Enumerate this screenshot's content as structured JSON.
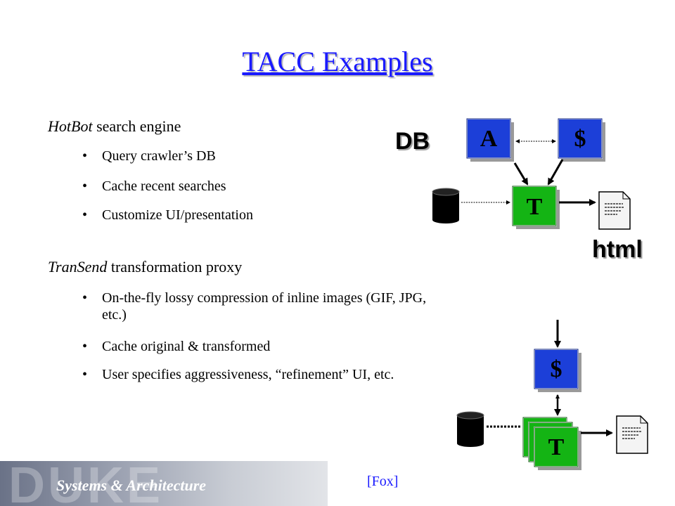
{
  "slide": {
    "title": "TACC Examples"
  },
  "hotbot": {
    "name": "HotBot",
    "rest": " search engine",
    "bullets": [
      "Query crawler’s DB",
      "Cache recent searches",
      "Customize UI/presentation"
    ]
  },
  "transend": {
    "name": "TranSend",
    "rest": " transformation proxy",
    "bullets": [
      "On-the-fly lossy compression of inline images (GIF, JPG, etc.)",
      "Cache original & transformed",
      "User specifies aggressiveness, “refinement” UI, etc."
    ]
  },
  "diagram_top": {
    "db_label": "DB",
    "html_label": "html",
    "box_a": "A",
    "box_cache": "$",
    "box_t": "T"
  },
  "diagram_bottom": {
    "box_cache": "$",
    "box_t": "T"
  },
  "footer": {
    "logo_word": "DUKE",
    "subtitle": "Systems & Architecture",
    "credit": "[Fox]"
  },
  "colors": {
    "title": "#1a1aff",
    "box_blue": "#1c3fd8",
    "box_green": "#14b414",
    "credit": "#1a1aff"
  }
}
